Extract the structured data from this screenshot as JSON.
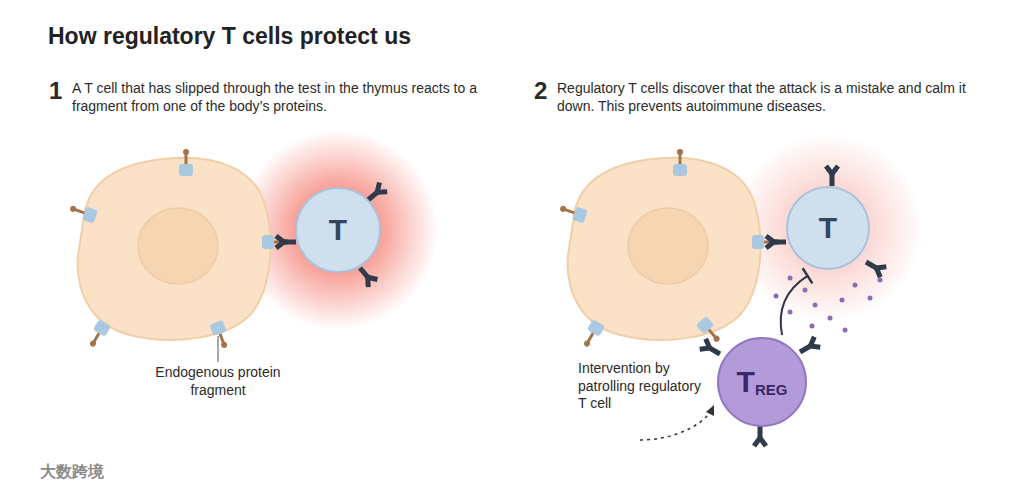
{
  "diagram": {
    "title": "How regulatory T cells protect us",
    "nodes": [
      {
        "text": [
          "T"
        ]
      },
      {
        "text": [
          "T"
        ]
      },
      {
        "text": [
          "T",
          "REG"
        ]
      }
    ],
    "edges": [
      {
        "from": 2,
        "to": 1,
        "arrow": "to"
      }
    ],
    "labels": [
      "1",
      "A T cell that has slipped through the test in the thymus reacts to a fragment from one of the body’s proteins.",
      "2",
      "Regulatory T cells discover that the attack is a mistake and calm it down. This prevents autoimmune diseases.",
      "Endogenous protein fragment",
      "Intervention by patrolling regulatory T cell",
      "大数跨境"
    ]
  }
}
